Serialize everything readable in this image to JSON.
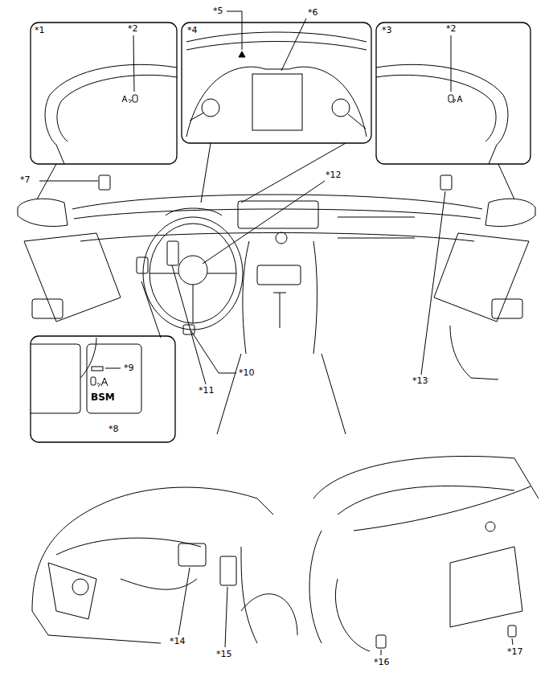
{
  "diagram": {
    "labels": [
      "*1",
      "*2",
      "*4",
      "*5",
      "*6",
      "*3",
      "*2",
      "*12",
      "*7",
      "*9",
      "BSM",
      "*8",
      "*10",
      "*11",
      "*13",
      "*14",
      "*15",
      "*16",
      "*17"
    ]
  }
}
